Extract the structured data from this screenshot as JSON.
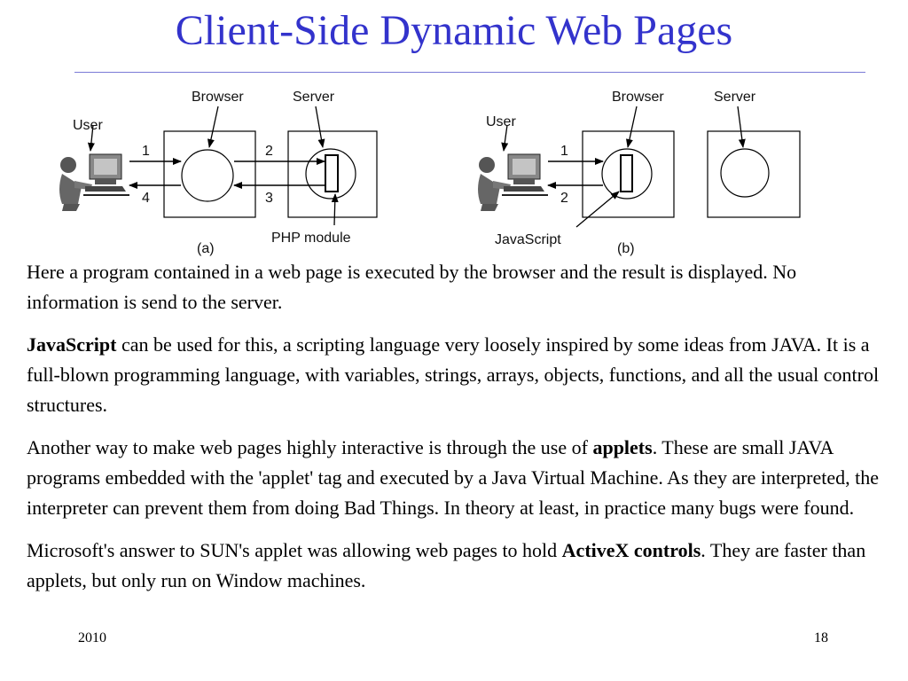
{
  "slide": {
    "title": "Client-Side Dynamic Web Pages",
    "footer_year": "2010",
    "page_number": "18"
  },
  "diagram_a": {
    "user_label": "User",
    "browser_label": "Browser",
    "server_label": "Server",
    "arrow_1": "1",
    "arrow_2": "2",
    "arrow_3": "3",
    "arrow_4": "4",
    "module_label": "PHP module",
    "caption": "(a)"
  },
  "diagram_b": {
    "user_label": "User",
    "browser_label": "Browser",
    "server_label": "Server",
    "arrow_1": "1",
    "arrow_2": "2",
    "module_label": "JavaScript",
    "caption": "(b)"
  },
  "paragraphs": {
    "p1": "Here a program contained in a web page is executed by the browser and the result is displayed. No information is send to the server.",
    "p2_bold": "JavaScript",
    "p2_rest": " can be used for this, a scripting language very loosely inspired by some ideas from JAVA. It is a full-blown programming language, with variables, strings, arrays, objects, functions, and all the usual control structures.",
    "p3_start": "Another way to make web pages highly interactive is through the use of ",
    "p3_bold": "applets",
    "p3_rest": ". These are small JAVA programs embedded with the 'applet' tag and executed by a Java Virtual Machine. As they are interpreted, the interpreter can prevent them from doing Bad Things. In theory at least, in practice many bugs were found.",
    "p4_start": "Microsoft's answer to SUN's applet was allowing web pages to hold ",
    "p4_bold": "ActiveX controls",
    "p4_rest": ". They are faster than applets, but only run on Window machines."
  }
}
